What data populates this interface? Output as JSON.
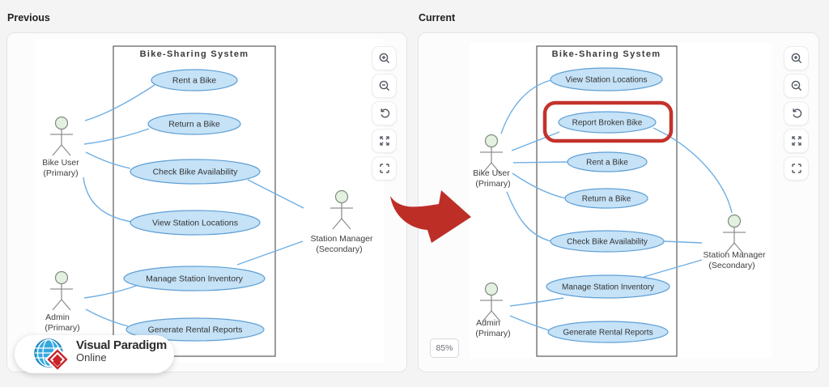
{
  "panels": {
    "previous": {
      "label": "Previous",
      "diagram": {
        "title": "Bike-Sharing System",
        "use_cases": [
          "Rent a Bike",
          "Return a Bike",
          "Check Bike Availability",
          "View Station Locations",
          "Manage Station Inventory",
          "Generate Rental Reports"
        ],
        "actors": [
          {
            "name": "Bike User",
            "role": "(Primary)"
          },
          {
            "name": "Admin",
            "role": "(Primary)"
          },
          {
            "name": "Station Manager",
            "role": "(Secondary)"
          }
        ]
      }
    },
    "current": {
      "label": "Current",
      "zoom_level": "85%",
      "diagram": {
        "title": "Bike-Sharing System",
        "use_cases": [
          "View Station Locations",
          "Report Broken Bike",
          "Rent a Bike",
          "Return a Bike",
          "Check Bike Availability",
          "Manage Station Inventory",
          "Generate Rental Reports"
        ],
        "highlighted_use_case": "Report Broken Bike",
        "actors": [
          {
            "name": "Bike User",
            "role": "(Primary)"
          },
          {
            "name": "Admin",
            "role": "(Primary)"
          },
          {
            "name": "Station Manager",
            "role": "(Secondary)"
          }
        ]
      }
    }
  },
  "zoom_controls": {
    "icons": [
      "zoom-in-icon",
      "zoom-out-icon",
      "reset-view-icon",
      "expand-icon",
      "fullscreen-icon"
    ]
  },
  "logo": {
    "line1": "Visual Paradigm",
    "line2": "Online"
  },
  "colors": {
    "use_case_fill": "#c5e2f7",
    "use_case_stroke": "#5f9fd4",
    "connector": "#6fafe4",
    "highlight_red": "#c3322b",
    "arrow_red": "#bd2e27",
    "actor_head_fill": "#e4f1e1"
  }
}
